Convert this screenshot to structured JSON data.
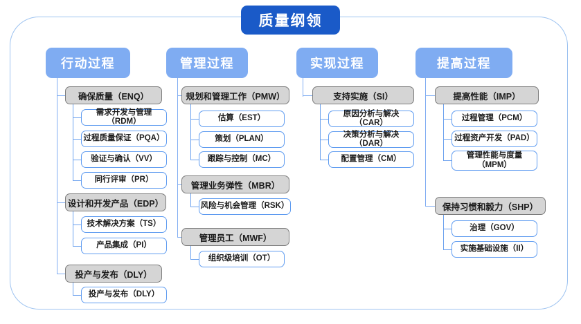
{
  "diagram": {
    "type": "tree",
    "title": "质量纲领",
    "columns": [
      {
        "header": "行动过程",
        "groups": [
          {
            "label": "确保质量（ENQ）",
            "children": [
              "需求开发与管理（RDM）",
              "过程质量保证（PQA）",
              "验证与确认（VV）",
              "同行评审（PR）"
            ]
          },
          {
            "label": "设计和开发产品（EDP）",
            "children": [
              "技术解决方案（TS）",
              "产品集成（PI）"
            ]
          },
          {
            "label": "投产与发布（DLY）",
            "children": [
              "投产与发布（DLY）"
            ]
          }
        ]
      },
      {
        "header": "管理过程",
        "groups": [
          {
            "label": "规划和管理工作（PMW）",
            "children": [
              "估算（EST）",
              "策划（PLAN）",
              "跟踪与控制（MC）"
            ]
          },
          {
            "label": "管理业务弹性（MBR）",
            "children": [
              "风险与机会管理（RSK）"
            ]
          },
          {
            "label": "管理员工（MWF）",
            "children": [
              "组织级培训（OT）"
            ]
          }
        ]
      },
      {
        "header": "实现过程",
        "groups": [
          {
            "label": "支持实施（SI）",
            "children": [
              "原因分析与解决（CAR）",
              "决策分析与解决（DAR）",
              "配置管理（CM）"
            ]
          }
        ]
      },
      {
        "header": "提高过程",
        "groups": [
          {
            "label": "提高性能（IMP）",
            "children": [
              "过程管理（PCM）",
              "过程资产开发（PAD）",
              "管理性能与度量\n（MPM）"
            ]
          },
          {
            "label": "保持习惯和毅力（SHP）",
            "children": [
              "治理（GOV）",
              "实施基础设施（II）"
            ]
          }
        ]
      }
    ]
  },
  "colors": {
    "root_fill": "#1A5AC8",
    "header_fill": "#7FACF2",
    "group_fill": "#D5D5D5",
    "group_border": "#7C7C7C",
    "leaf_border": "#5E9BF0",
    "frame_border": "#9CC2F0",
    "connector": "#7FACF2"
  }
}
